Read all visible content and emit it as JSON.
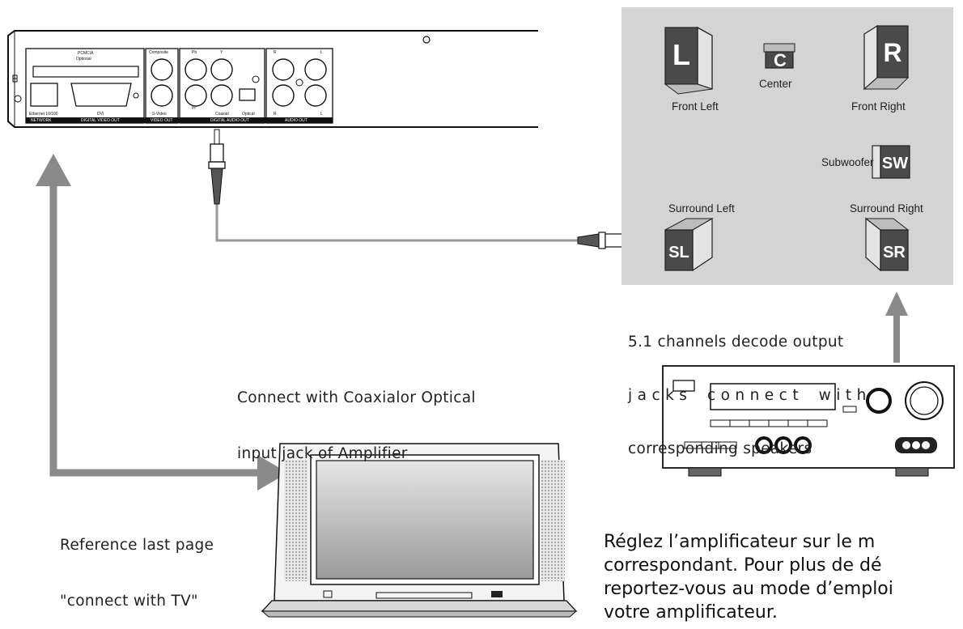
{
  "speaker_panel": {
    "front_left": {
      "letter": "L",
      "label": "Front Left"
    },
    "center": {
      "letter": "C",
      "label": "Center"
    },
    "front_right": {
      "letter": "R",
      "label": "Front Right"
    },
    "subwoofer": {
      "letter": "SW",
      "label": "Subwoofer"
    },
    "surround_left": {
      "letter": "SL",
      "label": "Surround Left"
    },
    "surround_right": {
      "letter": "SR",
      "label": "Surround Right"
    }
  },
  "player_panel": {
    "slot_labels": [
      "PCMCIA",
      "Optional"
    ],
    "jack_labels": [
      "Composite",
      "Pb",
      "Y",
      "Pr",
      "R",
      "L",
      "Ethernet 10/100",
      "DVI",
      "S-Video",
      "Coaxial",
      "Optical",
      "R",
      "L"
    ],
    "section_labels": [
      "NETWORK",
      "DIGITAL VIDEO OUT",
      "VIDEO OUT",
      "DIGITAL AUDIO OUT",
      "AUDIO OUT"
    ]
  },
  "labels": {
    "coax_lines": [
      "Connect with Coaxialor Optical",
      "input jack of Amplifier"
    ],
    "reference_lines": [
      "Reference last page",
      "\"connect with TV\""
    ],
    "decode_lines": [
      "5.1 channels decode output",
      "j a c k s    c o n n e c t    w i t h",
      "corresponding speakers"
    ]
  },
  "french_text": [
    "Réglez  l’amplificateur  sur  le  m",
    "correspondant.  Pour  plus  de  dé",
    "reportez-vous  au  mode  d’emploi",
    "votre amplificateur."
  ],
  "colors": {
    "panel_bg": "#d4d4d4",
    "arrow_gray": "#8a8a8a",
    "speaker_dark": "#4a4a4a",
    "cable": "#9a9a9a"
  }
}
